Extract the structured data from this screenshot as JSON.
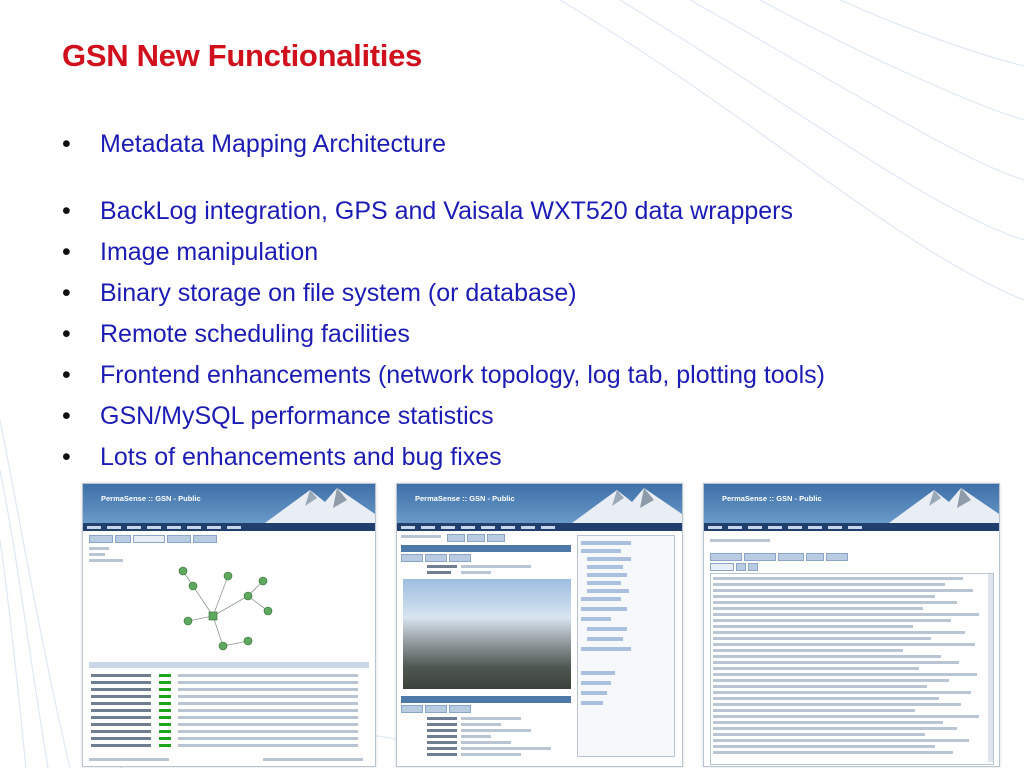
{
  "slide": {
    "title": "GSN New Functionalities",
    "bullets": [
      "Metadata Mapping Architecture",
      "BackLog integration, GPS and Vaisala WXT520 data wrappers",
      "Image manipulation",
      "Binary storage on file system (or database)",
      "Remote scheduling facilities",
      "Frontend enhancements (network topology, log tab, plotting tools)",
      "GSN/MySQL performance statistics",
      "Lots of enhancements and bug fixes"
    ],
    "bullet_char": "•"
  },
  "screenshots": [
    {
      "name": "network-topology-screenshot",
      "title": "PermaSense :: GSN - Public"
    },
    {
      "name": "image-manipulation-screenshot",
      "title": "PermaSense :: GSN - Public"
    },
    {
      "name": "log-tab-screenshot",
      "title": "PermaSense :: GSN - Public"
    }
  ],
  "colors": {
    "title": "#d0101c",
    "bullet_text": "#1c1cb4",
    "header_blue": "#3e6fa8"
  }
}
